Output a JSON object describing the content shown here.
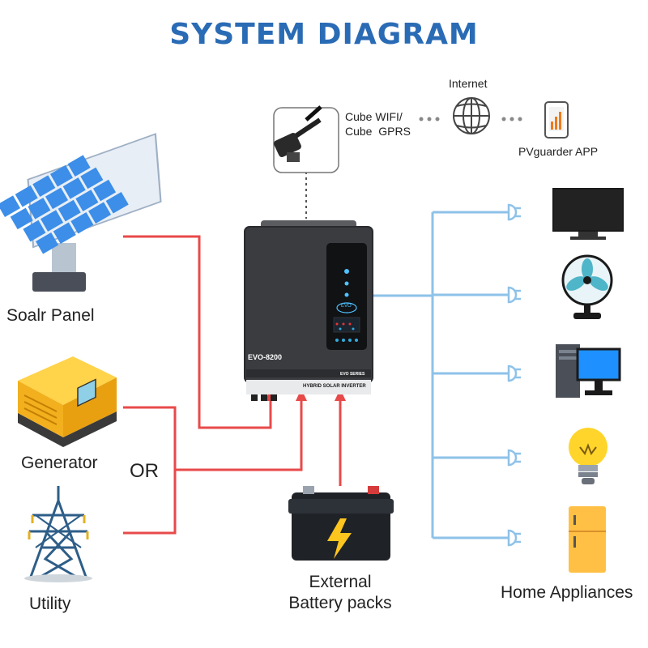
{
  "title": "SYSTEM DIAGRAM",
  "sources": {
    "solar": "Soalr Panel",
    "generator": "Generator",
    "utility": "Utility",
    "or": "OR"
  },
  "communication": {
    "module": "Cube WIFI/\nCube  GPRS",
    "internet": "Internet",
    "app": "PVguarder APP"
  },
  "inverter": {
    "model": "EVO-8200",
    "series": "EVO SERIES",
    "type": "HYBRID SOLAR INVERTER",
    "logo": "EVO"
  },
  "battery": "External\nBattery packs",
  "loads": {
    "label": "Home Appliances",
    "items": [
      "tv-icon",
      "fan-icon",
      "computer-icon",
      "light-bulb-icon",
      "refrigerator-icon"
    ]
  },
  "colors": {
    "title": "#2a6bb5",
    "ac_wire": "#e84a4a",
    "load_wire": "#8ec2e8",
    "inverter": "#3a3c40"
  }
}
